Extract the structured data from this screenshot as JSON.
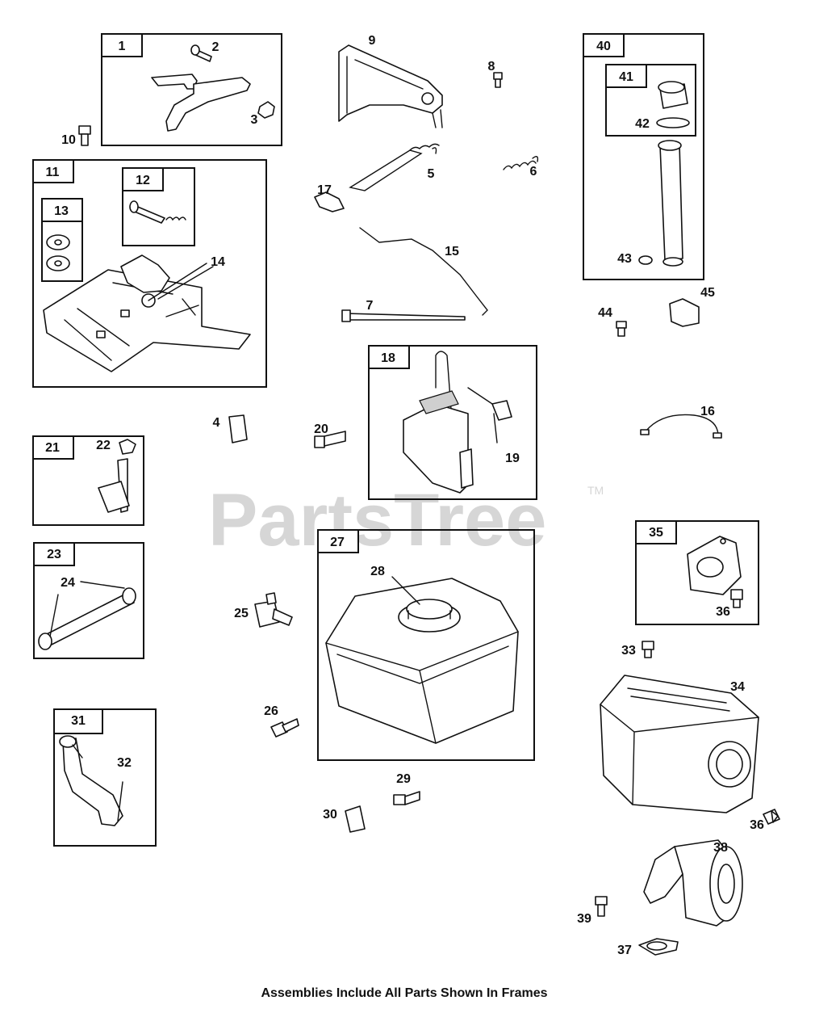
{
  "watermark": {
    "brand": "PartsTree",
    "trademark": "TM"
  },
  "caption": "Assemblies Include All Parts Shown In Frames",
  "framed_groups": [
    {
      "ref": "1"
    },
    {
      "ref": "11"
    },
    {
      "ref": "12"
    },
    {
      "ref": "13"
    },
    {
      "ref": "18"
    },
    {
      "ref": "21"
    },
    {
      "ref": "23"
    },
    {
      "ref": "27"
    },
    {
      "ref": "31"
    },
    {
      "ref": "35"
    },
    {
      "ref": "40"
    },
    {
      "ref": "41"
    }
  ],
  "callouts": [
    "1",
    "2",
    "3",
    "4",
    "5",
    "6",
    "7",
    "8",
    "9",
    "10",
    "11",
    "12",
    "13",
    "14",
    "15",
    "16",
    "17",
    "18",
    "19",
    "20",
    "21",
    "22",
    "23",
    "24",
    "25",
    "26",
    "27",
    "28",
    "29",
    "30",
    "31",
    "32",
    "33",
    "34",
    "35",
    "36",
    "36",
    "37",
    "38",
    "39",
    "40",
    "41",
    "42",
    "43",
    "44",
    "45"
  ]
}
